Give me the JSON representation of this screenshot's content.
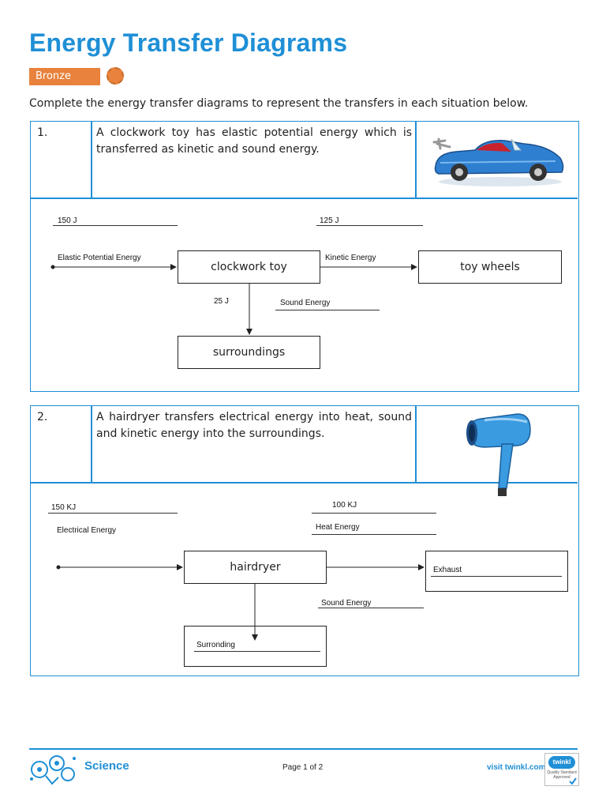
{
  "title": "Energy Transfer Diagrams",
  "level": "Bronze",
  "instruction": "Complete the energy transfer diagrams to represent the transfers in each situation below.",
  "questions": [
    {
      "number": "1.",
      "text": "A clockwork toy has elastic potential energy which is transferred as kinetic and sound energy.",
      "image_icon": "wind-up-toy-car-image",
      "diagram": {
        "input_amount": "150 J",
        "input_label": "Elastic Potential Energy",
        "device": "clockwork toy",
        "output1_amount": "125 J",
        "output1_label": "Kinetic Energy",
        "output1_target": "toy wheels",
        "output2_amount": "25 J",
        "output2_label": "Sound Energy",
        "output2_target": "surroundings"
      }
    },
    {
      "number": "2.",
      "text": "A hairdryer transfers electrical energy into heat, sound and kinetic energy into the surroundings.",
      "image_icon": "hairdryer-image",
      "diagram": {
        "input_amount": "150 KJ",
        "input_label": "Electrical Energy",
        "device": "hairdryer",
        "output1_amount": "100 KJ",
        "output1_label": "Heat Energy",
        "output1_target": "Exhaust",
        "output2_label": "Sound Energy",
        "output2_target": "Surronding"
      }
    }
  ],
  "footer": {
    "subject": "Science",
    "page": "Page 1 of 2",
    "url": "visit twinkl.com",
    "badge": "twinkl",
    "badge_sub": "Quality Standard Approved"
  },
  "colors": {
    "accent": "#1f8fd6",
    "level": "#e8823c"
  }
}
